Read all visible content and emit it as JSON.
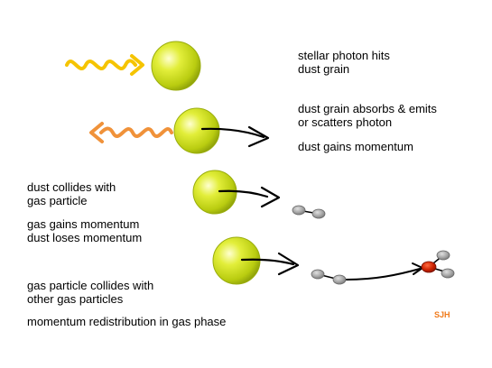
{
  "labels": {
    "step1": "stellar photon hits\ndust grain",
    "step2a": "dust grain absorbs & emits\nor scatters photon",
    "step2b": "dust gains momentum",
    "step3a": "dust collides with\ngas particle",
    "step3b": "gas gains momentum\ndust loses momentum",
    "step4a": "gas particle collides with\nother gas particles",
    "step4b": "momentum redistribution in gas phase"
  },
  "logo_text": "SJH",
  "colors": {
    "grain": "#d4e51e",
    "photon_incoming": "#f5c400",
    "photon_outgoing": "#f0923a",
    "gas_particle": "#9c9c9c",
    "struck_particle": "#cc2200",
    "arrow": "#000000",
    "logo": "#f07a1a"
  }
}
